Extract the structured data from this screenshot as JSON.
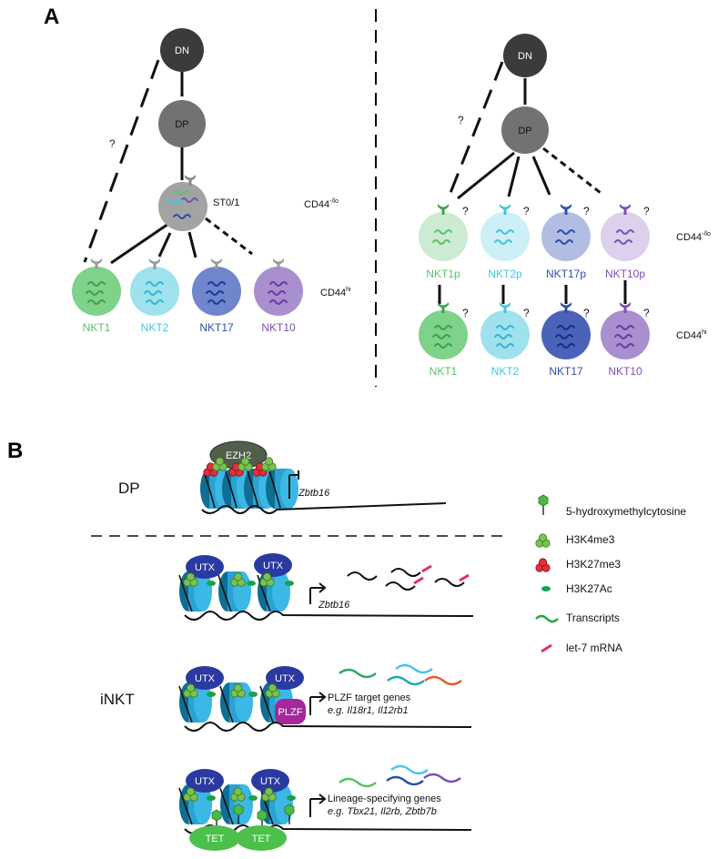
{
  "panel_a": {
    "label": "A",
    "left": {
      "dn": "DN",
      "dp": "DP",
      "st": "ST0/1",
      "question": "?",
      "cd44_lo": "CD44",
      "cd44_lo_sup": "-/lo",
      "cd44_hi": "CD44",
      "cd44_hi_sup": "hi",
      "subsets": [
        "NKT1",
        "NKT2",
        "NKT17",
        "NKT10"
      ]
    },
    "right": {
      "dn": "DN",
      "dp": "DP",
      "question": "?",
      "cd44_lo": "CD44",
      "cd44_lo_sup": "-/lo",
      "cd44_hi": "CD44",
      "cd44_hi_sup": "hi",
      "progenitors": [
        "NKT1p",
        "NKT2p",
        "NKT17p",
        "NKT10p"
      ],
      "subsets": [
        "NKT1",
        "NKT2",
        "NKT17",
        "NKT10"
      ]
    },
    "colors": {
      "nkt1": "#5cc06a",
      "nkt2": "#44c4e0",
      "nkt17": "#2e4ea8",
      "nkt10": "#7b4fb2",
      "dn": "#3b3b3b",
      "dp": "#6f6f6f",
      "st": "#a3a3a3"
    }
  },
  "panel_b": {
    "label": "B",
    "dp_label": "DP",
    "inkt_label": "iNKT",
    "ezh2": "EZH2",
    "utx": "UTX",
    "plzf": "PLZF",
    "tet": "TET",
    "gene_zbtb16": "Zbtb16",
    "plzf_targets_title": "PLZF target genes",
    "plzf_targets_eg": "e.g. Il18r1, Il12rb1",
    "lineage_title": "Lineage-specifying genes",
    "lineage_eg": "e.g. Tbx21, Il2rb, Zbtb7b"
  },
  "legend": [
    {
      "label": "5-hydroxymethylcytosine",
      "icon": "hmc-pin-icon"
    },
    {
      "label": "H3K4me3",
      "icon": "green-cluster-icon"
    },
    {
      "label": "H3K27me3",
      "icon": "red-cluster-icon"
    },
    {
      "label": "H3K27Ac",
      "icon": "green-oval-icon"
    },
    {
      "label": "Transcripts",
      "icon": "green-wave-icon"
    },
    {
      "label": "let-7 mRNA",
      "icon": "pink-dash-icon"
    }
  ]
}
